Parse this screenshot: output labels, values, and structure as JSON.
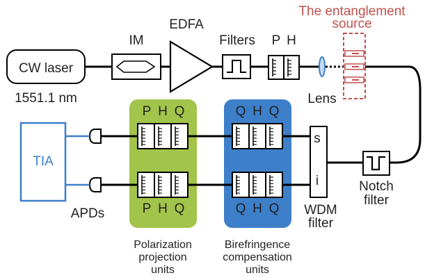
{
  "components": {
    "cw_laser": "CW laser",
    "wavelength": "1551.1 nm",
    "im": "IM",
    "edfa": "EDFA",
    "filters": "Filters",
    "ph_top_p": "P",
    "ph_top_h": "H",
    "lens": "Lens",
    "source_line1": "The entanglement",
    "source_line2": "source",
    "tia": "TIA",
    "apds": "APDs",
    "wdm_s": "s",
    "wdm_i": "i",
    "wdm_line1": "WDM",
    "wdm_line2": "filter",
    "notch_line1": "Notch",
    "notch_line2": "filter"
  },
  "groups": {
    "projection": {
      "top_labels": [
        "P",
        "H",
        "Q"
      ],
      "bottom_labels": [
        "P",
        "H",
        "Q"
      ],
      "caption": [
        "Polarization",
        "projection",
        "units"
      ]
    },
    "compensation": {
      "top_labels": [
        "Q",
        "H",
        "Q"
      ],
      "bottom_labels": [
        "Q",
        "H",
        "Q"
      ],
      "caption": [
        "Birefringence",
        "compensation",
        "units"
      ]
    }
  },
  "colors": {
    "projection_bg": "#a2c44a",
    "compensation_bg": "#3d7fc9",
    "source": "#c0504d",
    "tia": "#3d7fc9",
    "lens": "#3d7fc9"
  }
}
